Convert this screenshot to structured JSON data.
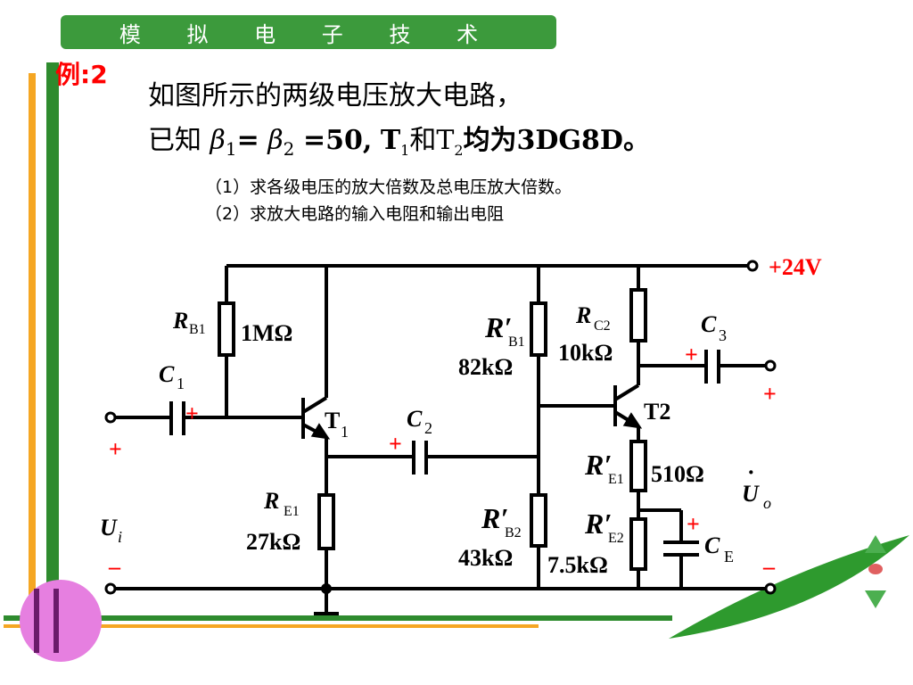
{
  "banner": {
    "title": "模 拟 电 子 技 术"
  },
  "example_label": "例:2",
  "problem": {
    "line1": "如图所示的两级电压放大电路，",
    "line2_prefix": "已知",
    "beta": "β",
    "sub1": "1",
    "eq1": "=",
    "sub2": "2",
    "eq2": "=50,",
    "t1": "T",
    "t1_sub": "1",
    "and": "和T",
    "t2_sub": "2",
    "model": "均为3DG8D。"
  },
  "questions": {
    "q1": "（1）求各级电压的放大倍数及总电压放大倍数。",
    "q2": "（2）求放大电路的输入电阻和输出电阻"
  },
  "circuit": {
    "vcc": "+24V",
    "rb1": {
      "name": "R",
      "sub": "B1",
      "value": "1MΩ"
    },
    "c1": {
      "name": "C",
      "sub": "1",
      "polarity": "+"
    },
    "t1": {
      "name": "T",
      "sub": "1"
    },
    "re1": {
      "name": "R",
      "sub": "E1",
      "value": "27kΩ"
    },
    "c2": {
      "name": "C",
      "sub": "2",
      "polarity": "+"
    },
    "rb1p": {
      "name": "R′",
      "sub": "B1",
      "value": "82kΩ"
    },
    "rb2p": {
      "name": "R′",
      "sub": "B2",
      "value": "43kΩ"
    },
    "rc2": {
      "name": "R",
      "sub": "C2",
      "value": "10kΩ"
    },
    "t2": {
      "name": "T2"
    },
    "re1p": {
      "name": "R′",
      "sub": "E1",
      "value": "510Ω"
    },
    "re2p": {
      "name": "R′",
      "sub": "E2",
      "value": "7.5kΩ"
    },
    "c3": {
      "name": "C",
      "sub": "3",
      "polarity": "+"
    },
    "ce": {
      "name": "C",
      "sub": "E",
      "polarity": "+"
    },
    "input": {
      "plus": "+",
      "minus": "–",
      "dot_glyph": "",
      "symbol": "U",
      "sub": "i"
    },
    "output": {
      "plus": "+",
      "minus": "–",
      "dot_glyph": "·",
      "symbol": "U",
      "sub": "o"
    }
  },
  "colors": {
    "banner": "#3c9a3c",
    "accent_red": "#ff0000",
    "bar_orange": "#f5a623",
    "bar_green": "#2e8b2e",
    "wire": "#000000"
  }
}
